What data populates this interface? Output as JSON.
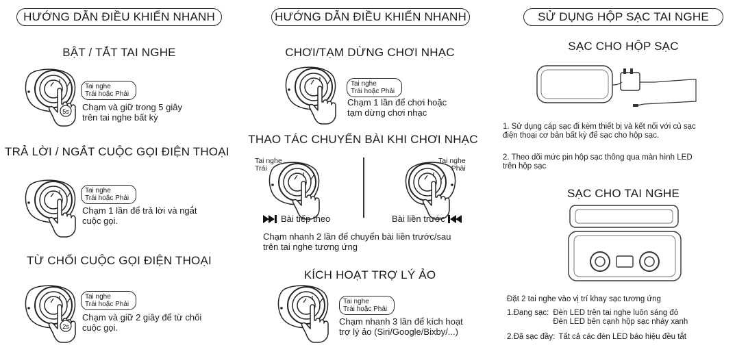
{
  "columns": [
    {
      "header": "HƯỚNG DẪN ĐIỀU KHIỂN NHANH",
      "sections": [
        {
          "title": "BẬT / TẮT TAI NGHE",
          "tag_line1": "Tai nghe",
          "tag_line2": "Trái hoặc Phải",
          "desc_line1": "Chạm và giữ trong 5 giây",
          "desc_line2": "trên tai nghe bất kỳ",
          "badge": "5s"
        },
        {
          "title": "TRẢ LỜI / NGẮT CUỘC GỌI ĐIỆN THOẠI",
          "tag_line1": "Tai nghe",
          "tag_line2": "Trái hoặc Phải",
          "desc_line1": "Chạm 1 lần để trả lời và ngắt",
          "desc_line2": "cuộc gọi."
        },
        {
          "title": "TỪ CHỐI CUỘC GỌI ĐIỆN THOẠI",
          "tag_line1": "Tai nghe",
          "tag_line2": "Trái hoặc Phải",
          "desc_line1": "Chạm và giữ 2 giây để từ chối",
          "desc_line2": "cuộc gọi.",
          "badge": "2s"
        }
      ]
    },
    {
      "header": "HƯỚNG DẪN ĐIỀU KHIỂN NHANH",
      "sections": [
        {
          "title": "CHƠI/TẠM DỪNG CHƠI NHẠC",
          "tag_line1": "Tai nghe",
          "tag_line2": "Trái hoặc Phải",
          "desc_line1": "Chạm 1 lần để chơi hoặc",
          "desc_line2": "tạm dừng chơi nhạc"
        },
        {
          "title": "THAO TÁC CHUYỂN BÀI KHI CHƠI NHẠC",
          "left_label_1": "Tai nghe",
          "left_label_2": "Trái",
          "right_label_1": "Tai nghe",
          "right_label_2": "Phải",
          "next_label": "Bài tiếp theo",
          "prev_label": "Bài liền trước",
          "desc_line1": "Chạm nhanh 2 lần để chuyển bài liền trước/sau",
          "desc_line2": "trên tai nghe tương ứng"
        },
        {
          "title": "KÍCH HOẠT TRỢ LÝ ẢO",
          "tag_line1": "Tai nghe",
          "tag_line2": "Trái hoặc Phải",
          "desc_line1": "Chạm nhanh 3 lần để kích hoạt",
          "desc_line2": "trợ lý ảo (Siri/Google/Bixby/...)"
        }
      ]
    },
    {
      "header": "SỬ DỤNG HỘP SẠC TAI NGHE",
      "box_title": "SẠC CHO HỘP SẠC",
      "box_step1_line1": "1. Sử dụng cáp sạc đi kèm thiết bị và kết nối với củ sạc",
      "box_step1_line2": "điện thoại cơ bản bất kỳ để sạc cho hộp sạc.",
      "box_step2_line1": "2. Theo dõi mức pin hộp sạc thông qua màn hình LED",
      "box_step2_line2": "trên hộp sạc",
      "ear_title": "SẠC CHO TAI NGHE",
      "ear_intro": "Đặt 2 tai nghe vào vị trí khay sạc tương ứng",
      "charging_label": "1.Đang sạc:",
      "charging_line1": "Đèn LED trên tai nghe luôn sáng đỏ",
      "charging_line2": "Đèn LED bên cạnh hộp sạc nháy xanh",
      "full_label": "2.Đã sạc đầy:",
      "full_text": "Tất cả các đèn LED báo hiệu đều tắt"
    }
  ]
}
